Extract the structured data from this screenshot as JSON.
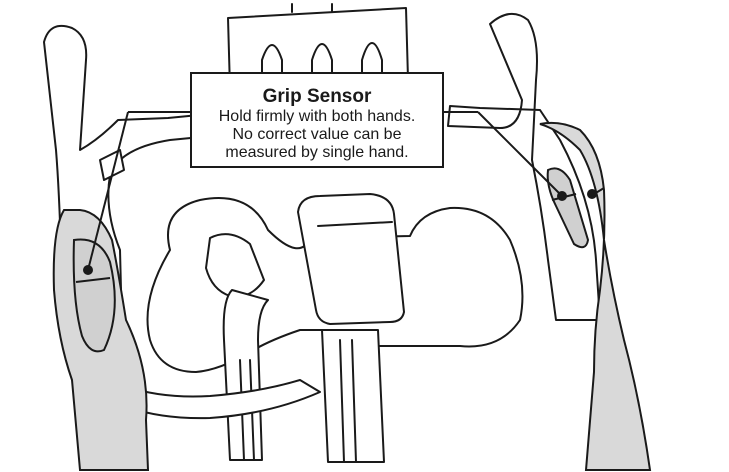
{
  "callout": {
    "title": "Grip Sensor",
    "lines": [
      "Hold firmly with both hands.",
      "No correct value can be",
      "measured by single hand."
    ]
  },
  "colors": {
    "outline": "#1a1a1a",
    "hand_fill": "#d9d9d9",
    "sensor_fill": "#d0d0d0",
    "background": "#ffffff"
  }
}
